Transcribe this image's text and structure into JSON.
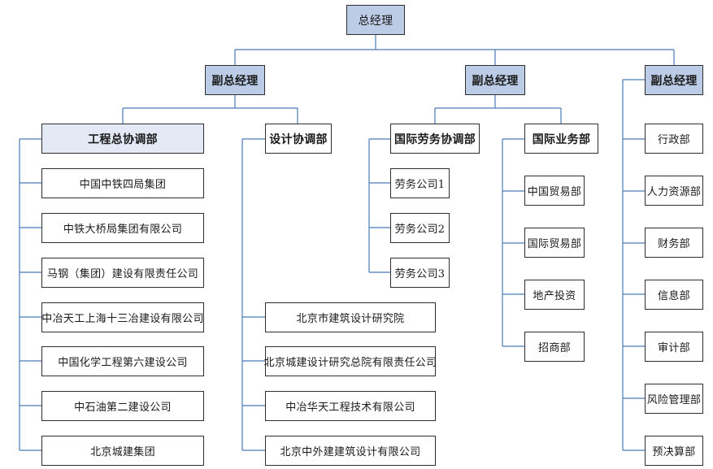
{
  "general_manager": "总经理",
  "vice_managers": [
    "副总经理",
    "副总经理",
    "副总经理"
  ],
  "departments": {
    "engineering": "工程总协调部",
    "design": "设计协调部",
    "labor": "国际劳务协调部",
    "business": "国际业务部"
  },
  "engineering_units": [
    "中国中铁四局集团",
    "中铁大桥局集团有限公司",
    "马钢（集团）建设有限责任公司",
    "中冶天工上海十三冶建设有限公司",
    "中国化学工程第六建设公司",
    "中石油第二建设公司",
    "北京城建集团"
  ],
  "design_units": [
    "北京市建筑设计研究院",
    "北京城建设计研究总院有限责任公司",
    "中冶华天工程技术有限公司",
    "北京中外建建筑设计有限公司"
  ],
  "labor_units": [
    "劳务公司1",
    "劳务公司2",
    "劳务公司3"
  ],
  "business_units": [
    "中国贸易部",
    "国际贸易部",
    "地产投资",
    "招商部"
  ],
  "admin_units": [
    "行政部",
    "人力资源部",
    "财务部",
    "信息部",
    "审计部",
    "风险管理部",
    "预决算部"
  ]
}
